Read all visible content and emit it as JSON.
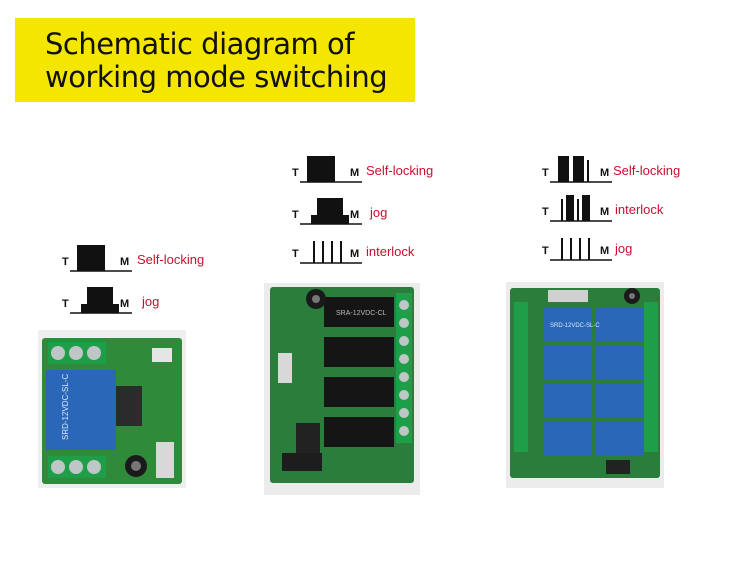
{
  "banner": {
    "line1": "Schematic diagram of",
    "line2": "working mode switching",
    "color": "#f5e600"
  },
  "terminal_labels": {
    "left": "T",
    "right": "M"
  },
  "label_color": "#c8102e",
  "panels": [
    {
      "modes": [
        "Self-locking",
        "jog"
      ]
    },
    {
      "modes": [
        "Self-locking",
        "jog",
        "interlock"
      ]
    },
    {
      "modes": [
        "Self-locking",
        "interlock",
        "jog"
      ]
    }
  ],
  "boards": {
    "one_channel": {
      "relay_text": "SRD-12VDC-SL-C"
    },
    "four_channel": {
      "relay_text": "SRA-12VDC-CL"
    },
    "eight_channel": {
      "relay_text": "SRD-12VDC-SL-C"
    }
  }
}
